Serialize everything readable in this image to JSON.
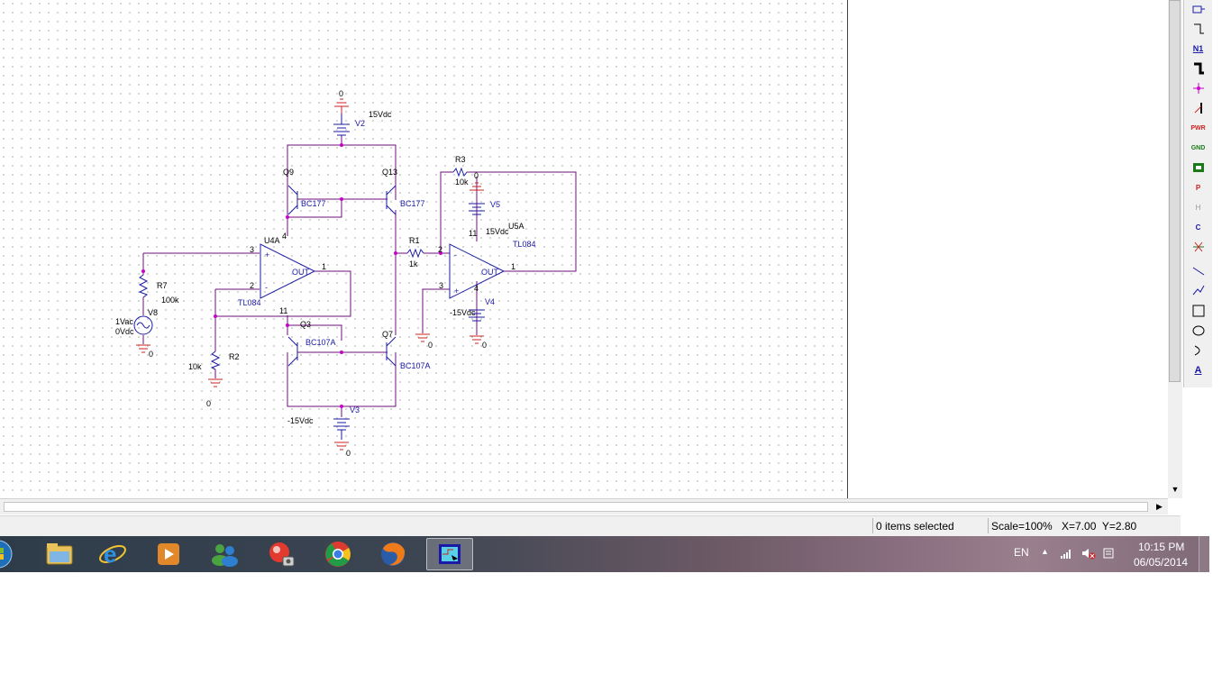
{
  "schematic": {
    "v2": {
      "name": "V2",
      "value": "15Vdc",
      "gnd": "0"
    },
    "v3": {
      "name": "V3",
      "value": "-15Vdc",
      "gnd": "0"
    },
    "v4": {
      "name": "V4",
      "value": "-15Vdc",
      "gnd": "0"
    },
    "v5": {
      "name": "V5",
      "value": "15Vdc",
      "gnd": "0"
    },
    "v8": {
      "name": "V8",
      "ac": "1Vac",
      "dc": "0Vdc",
      "gnd": "0"
    },
    "q9": {
      "name": "Q9",
      "part": "BC177"
    },
    "q13": {
      "name": "Q13",
      "part": "BC177"
    },
    "q3": {
      "name": "Q3",
      "part": "BC107A"
    },
    "q7": {
      "name": "Q7",
      "part": "BC107A"
    },
    "u4a": {
      "name": "U4A",
      "part": "TL084",
      "pin_plus": "3",
      "pin_minus": "2",
      "pin_out": "1",
      "pin_v": "4",
      "pin_vn": "11",
      "plus": "+",
      "minus": "-",
      "out": "OUT"
    },
    "u5a": {
      "name": "U5A",
      "part": "TL084",
      "pin_plus": "3",
      "pin_minus": "2",
      "pin_out": "1",
      "pin_v": "4",
      "pin_vn": "11",
      "plus": "+",
      "minus": "-",
      "out": "OUT"
    },
    "r1": {
      "name": "R1",
      "value": "1k"
    },
    "r2": {
      "name": "R2",
      "value": "10k",
      "gnd": "0"
    },
    "r3": {
      "name": "R3",
      "value": "10k"
    },
    "r7": {
      "name": "R7",
      "value": "100k"
    },
    "gnd_u5a": "0"
  },
  "palette": {
    "tools": [
      "part-icon",
      "wire-icon",
      "net-alias-icon",
      "bus-icon",
      "junction-icon",
      "bus-entry-icon",
      "power-icon",
      "ground-icon",
      "hierarchical-block-icon",
      "port-icon",
      "pin-icon",
      "off-page-connector-icon",
      "no-connect-icon",
      "line-icon",
      "polyline-icon",
      "rectangle-icon",
      "ellipse-icon",
      "arc-icon",
      "text-icon"
    ],
    "labels": {
      "net": "N1",
      "pwr": "PWR",
      "gnd": "GND",
      "port": "P",
      "pin": "H",
      "offpage": "C",
      "text": "A"
    }
  },
  "status": {
    "selection": "0 items selected",
    "scale": "Scale=100%",
    "coords": "X=7.00  Y=2.80"
  },
  "taskbar": {
    "apps": [
      "start-orb-icon",
      "file-explorer-icon",
      "internet-explorer-icon",
      "media-player-icon",
      "messenger-icon",
      "snipping-tool-icon",
      "chrome-icon",
      "firefox-icon",
      "orcad-capture-icon"
    ],
    "active": "orcad-capture-icon",
    "language": "EN",
    "time": "10:15 PM",
    "date": "06/05/2014"
  },
  "colors": {
    "wire": "#6b0f7a",
    "part": "#1a1aa6",
    "ground": "#cc2222",
    "junction": "#cc00cc",
    "taskbar_start": "#2e3c4a",
    "taskbar_end": "#9a7f8d"
  }
}
